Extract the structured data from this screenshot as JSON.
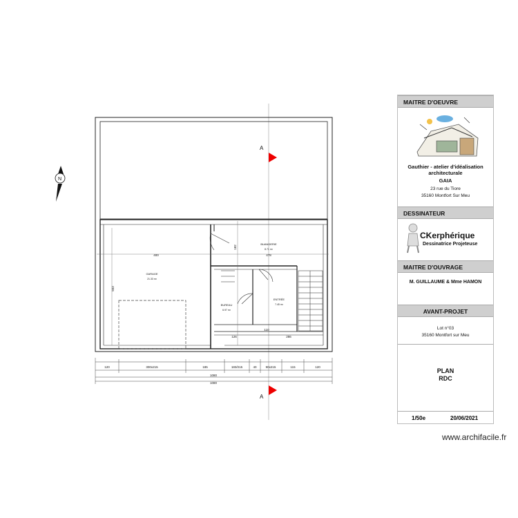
{
  "plan": {
    "rooms": {
      "garage": "GARAGE",
      "garage_area": "21.33 m²",
      "buanderie": "BUANDERIE",
      "buanderie_area": "8.71 m²",
      "bureau": "BUREAU",
      "bureau_area": "6.97 m²",
      "entree": "ENTRÉE",
      "entree_area": "7.45 m²"
    },
    "section_label_top": "A",
    "section_label_bottom": "A",
    "north_label": "N",
    "dims": {
      "d400": "400",
      "d503": "503",
      "d478": "478",
      "d182": "182",
      "d110": "110",
      "d126": "126",
      "d286": "286",
      "chain": [
        "120",
        "300x215",
        "185",
        "183/215",
        "40",
        "90x215",
        "115",
        "120"
      ],
      "total1": "1080",
      "total2": "1080"
    }
  },
  "cartouche": {
    "maitre_oeuvre_label": "MAITRE D'OEUVRE",
    "architect_name": "Gauthier - atelier d'idéalisation architecturale",
    "architect_short": "GAIA",
    "architect_street": "23 rue du Tiore",
    "architect_city": "35160 Montfort Sur Meu",
    "dessinateur_label": "DESSINATEUR",
    "dessinateur_logo_line1": "CKerphérique",
    "dessinateur_logo_line2": "Dessinatrice Projeteuse",
    "maitre_ouvrage_label": "MAITRE D'OUVRAGE",
    "client": "M. GUILLAUME & Mme HAMON",
    "phase_label": "AVANT-PROJET",
    "lot": "Lot n°03",
    "lot_city": "35160 Montfort sur Meu",
    "plan_title": "PLAN",
    "plan_sub": "RDC",
    "scale": "1/50e",
    "date": "20/06/2021"
  },
  "watermark": "www.archifacile.fr"
}
